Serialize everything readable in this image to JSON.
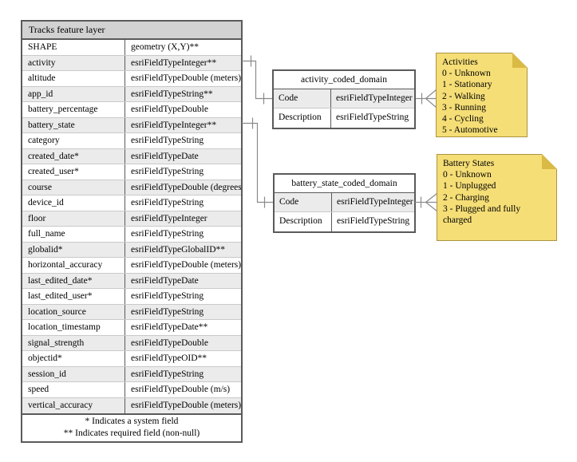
{
  "main_table": {
    "title": "Tracks feature layer",
    "rows": [
      {
        "field": "SHAPE",
        "type": "geometry (X,Y)**"
      },
      {
        "field": "activity",
        "type": "esriFieldTypeInteger**"
      },
      {
        "field": "altitude",
        "type": "esriFieldTypeDouble (meters)"
      },
      {
        "field": "app_id",
        "type": "esriFieldTypeString**"
      },
      {
        "field": "battery_percentage",
        "type": "esriFieldTypeDouble"
      },
      {
        "field": "battery_state",
        "type": "esriFieldTypeInteger**"
      },
      {
        "field": "category",
        "type": "esriFieldTypeString"
      },
      {
        "field": "created_date*",
        "type": "esriFieldTypeDate"
      },
      {
        "field": "created_user*",
        "type": "esriFieldTypeString"
      },
      {
        "field": "course",
        "type": "esriFieldTypeDouble (degrees)"
      },
      {
        "field": "device_id",
        "type": "esriFieldTypeString"
      },
      {
        "field": "floor",
        "type": "esriFieldTypeInteger"
      },
      {
        "field": "full_name",
        "type": "esriFieldTypeString"
      },
      {
        "field": "globalid*",
        "type": "esriFieldTypeGlobalID**"
      },
      {
        "field": "horizontal_accuracy",
        "type": "esriFieldTypeDouble (meters)"
      },
      {
        "field": "last_edited_date*",
        "type": "esriFieldTypeDate"
      },
      {
        "field": "last_edited_user*",
        "type": "esriFieldTypeString"
      },
      {
        "field": "location_source",
        "type": "esriFieldTypeString"
      },
      {
        "field": "location_timestamp",
        "type": "esriFieldTypeDate**"
      },
      {
        "field": "signal_strength",
        "type": "esriFieldTypeDouble"
      },
      {
        "field": "objectid*",
        "type": "esriFieldTypeOID**"
      },
      {
        "field": "session_id",
        "type": "esriFieldTypeString"
      },
      {
        "field": "speed",
        "type": "esriFieldTypeDouble (m/s)"
      },
      {
        "field": "vertical_accuracy",
        "type": "esriFieldTypeDouble (meters)"
      }
    ],
    "footnotes": [
      "* Indicates a system field",
      "** Indicates required field (non-null)"
    ]
  },
  "domain_tables": [
    {
      "title": "activity_coded_domain",
      "rows": [
        {
          "field": "Code",
          "type": "esriFieldTypeInteger"
        },
        {
          "field": "Description",
          "type": "esriFieldTypeString"
        }
      ]
    },
    {
      "title": "battery_state_coded_domain",
      "rows": [
        {
          "field": "Code",
          "type": "esriFieldTypeInteger"
        },
        {
          "field": "Description",
          "type": "esriFieldTypeString"
        }
      ]
    }
  ],
  "notes": [
    {
      "title": "Activities",
      "items": [
        "0 - Unknown",
        "1 - Stationary",
        "2 - Walking",
        "3 - Running",
        "4 - Cycling",
        "5 - Automotive"
      ]
    },
    {
      "title": "Battery States",
      "items": [
        "0 - Unknown",
        "1 - Unplugged",
        "2 - Charging",
        "3 - Plugged and fully charged"
      ]
    }
  ],
  "relationships": [
    {
      "from": "activity field",
      "to": "activity_coded_domain Code",
      "notation": "one-to-many crow's foot"
    },
    {
      "from": "battery_state field",
      "to": "battery_state_coded_domain Code",
      "notation": "one-to-many crow's foot"
    },
    {
      "from": "activity_coded_domain Code",
      "to": "Activities note",
      "notation": "one-to-many crow's foot"
    },
    {
      "from": "battery_state_coded_domain Code",
      "to": "Battery States note",
      "notation": "one-to-many crow's foot"
    }
  ],
  "icons": {
    "folded_corner": "css triangle (sticky-note fold)",
    "one_to_many_connector": "svg crow's-foot with tick"
  },
  "colors": {
    "page_bg": "#ffffff",
    "table_header_bg": "#d2d2d2",
    "row_alt_bg": "#ebebeb",
    "table_border": "#5a5a5a",
    "row_divider": "#c9c9c9",
    "connector": "#8a8a8a",
    "note_bg": "#f5de76",
    "note_fold": "#d9ba45",
    "note_border": "#ab943e",
    "text": "#000000"
  }
}
